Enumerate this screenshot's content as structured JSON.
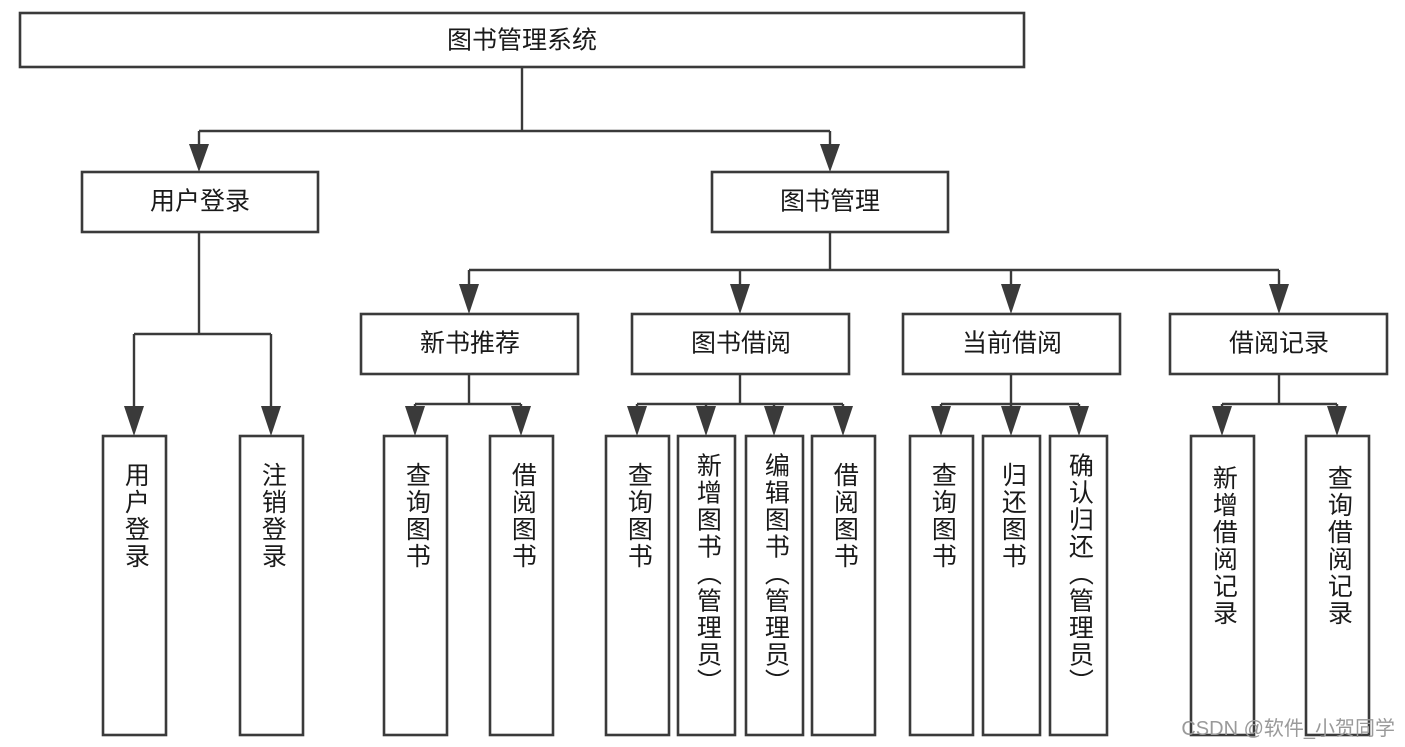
{
  "diagram": {
    "type": "tree-hierarchy-chart",
    "title": "图书管理系统",
    "watermark": "CSDN @软件_小贺同学",
    "level1": {
      "label": "图书管理系统"
    },
    "level2": [
      {
        "label": "用户登录"
      },
      {
        "label": "图书管理"
      }
    ],
    "level3": [
      {
        "label": "新书推荐"
      },
      {
        "label": "图书借阅"
      },
      {
        "label": "当前借阅"
      },
      {
        "label": "借阅记录"
      }
    ],
    "leaves": {
      "user_login": [
        {
          "label": "用户登录"
        },
        {
          "label": "注销登录"
        }
      ],
      "new_book": [
        {
          "label": "查询图书"
        },
        {
          "label": "借阅图书"
        }
      ],
      "book_borrow": [
        {
          "label": "查询图书"
        },
        {
          "label": "新增图书（管理员）"
        },
        {
          "label": "编辑图书（管理员）"
        },
        {
          "label": "借阅图书"
        }
      ],
      "current_borrow": [
        {
          "label": "查询图书"
        },
        {
          "label": "归还图书"
        },
        {
          "label": "确认归还（管理员）"
        }
      ],
      "borrow_record": [
        {
          "label": "新增借阅记录"
        },
        {
          "label": "查询借阅记录"
        }
      ]
    },
    "colors": {
      "stroke": "#3a3a3a",
      "fill": "#ffffff",
      "text": "#1a1a1a",
      "watermark": "#9a9a9a"
    }
  }
}
